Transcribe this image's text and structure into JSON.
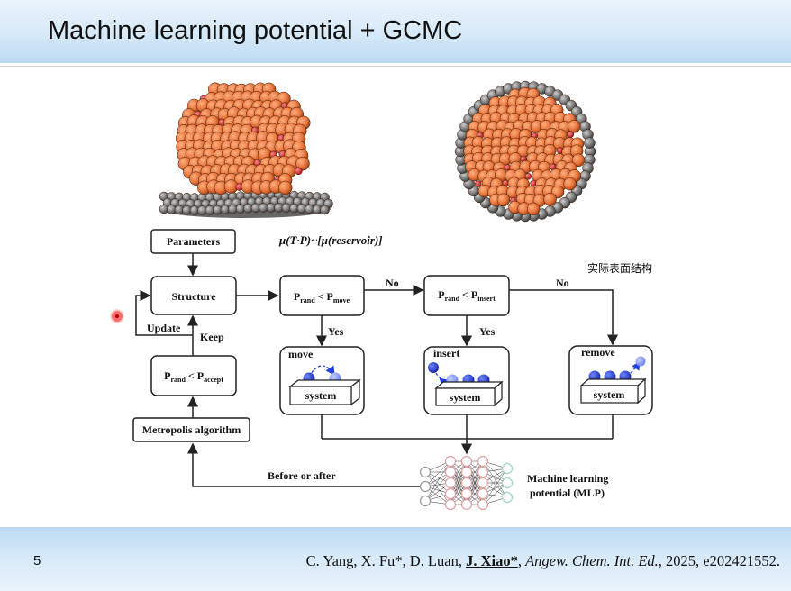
{
  "slide": {
    "title": "Machine learning potential + GCMC",
    "page_number": "5",
    "citation": {
      "authors_pre": "C. Yang, X. Fu*, D. Luan, ",
      "author_bold": "J. Xiao*",
      "after_bold": ", ",
      "journal": "Angew. Chem. Int. Ed.",
      "rest": ", 2025, e202421552."
    }
  },
  "diagram": {
    "chem_potential": "μ(T·P)~[μ(reservoir)]",
    "annotation_cn": "实际表面结构",
    "nodes": {
      "parameters": "Parameters",
      "structure": "Structure",
      "move_cond_a": "P",
      "move_cond_a_sub": "rand",
      "move_cond_op": " < P",
      "move_cond_b_sub": "move",
      "insert_cond_a": "P",
      "insert_cond_a_sub": "rand",
      "insert_cond_op": " < P",
      "insert_cond_b_sub": "insert",
      "accept_cond_a": "P",
      "accept_cond_a_sub": "rand",
      "accept_cond_op": " < P",
      "accept_cond_b_sub": "accept",
      "metropolis": "Metropolis algorithm",
      "move_panel": "move",
      "insert_panel": "insert",
      "remove_panel": "remove",
      "system": "system",
      "mlp_line1": "Machine learning",
      "mlp_line2": "potential (MLP)"
    },
    "edges": {
      "no": "No",
      "yes": "Yes",
      "update": "Update",
      "keep": "Keep",
      "before_after": "Before or after"
    },
    "colors": {
      "nanoparticle": "#e8743b",
      "oxygen": "#e01b1b",
      "support": "#555555",
      "atom_blue": "#1f3fe0",
      "header_blue": "#bcd9f2"
    }
  }
}
